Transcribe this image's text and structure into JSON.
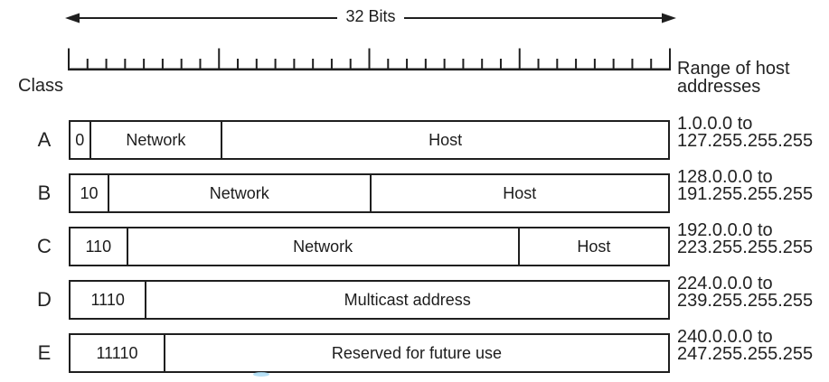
{
  "diagram": {
    "bits_label": "32 Bits",
    "total_bits": 32,
    "class_header": "Class",
    "range_header": {
      "line1": "Range of host",
      "line2": "addresses"
    },
    "rows": [
      {
        "class_label": "A",
        "prefix": "0",
        "network": "Network",
        "host": "Host",
        "bits": {
          "prefix": 1,
          "network": 7,
          "host": 24
        },
        "range": {
          "line1": "1.0.0.0 to",
          "line2": "127.255.255.255"
        }
      },
      {
        "class_label": "B",
        "prefix": "10",
        "network": "Network",
        "host": "Host",
        "bits": {
          "prefix": 2,
          "network": 14,
          "host": 16
        },
        "range": {
          "line1": "128.0.0.0 to",
          "line2": "191.255.255.255"
        }
      },
      {
        "class_label": "C",
        "prefix": "110",
        "network": "Network",
        "host": "Host",
        "bits": {
          "prefix": 3,
          "network": 21,
          "host": 8
        },
        "range": {
          "line1": "192.0.0.0 to",
          "line2": "223.255.255.255"
        }
      },
      {
        "class_label": "D",
        "prefix": "1110",
        "body": "Multicast address",
        "bits": {
          "prefix": 4,
          "body": 28
        },
        "range": {
          "line1": "224.0.0.0 to",
          "line2": "239.255.255.255"
        }
      },
      {
        "class_label": "E",
        "prefix": "11110",
        "body": "Reserved for future use",
        "bits": {
          "prefix": 5,
          "body": 27
        },
        "range": {
          "line1": "240.0.0.0 to",
          "line2": "247.255.255.255"
        }
      }
    ],
    "colors": {
      "line": "#1f1f1f",
      "text": "#1c1c1c",
      "background": "#ffffff"
    }
  }
}
